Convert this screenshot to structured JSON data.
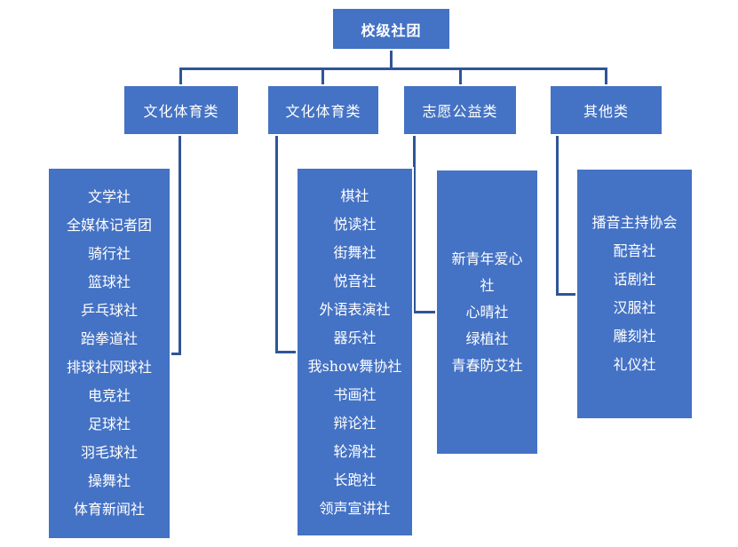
{
  "root": {
    "label": "校级社团"
  },
  "categories": [
    {
      "label": "文化体育类",
      "items": [
        "文学社",
        "全媒体记者团",
        "骑行社",
        "篮球社",
        "乒乓球社",
        "跆拳道社",
        "排球社网球社",
        "电竞社",
        "足球社",
        "羽毛球社",
        "操舞社",
        "体育新闻社"
      ]
    },
    {
      "label": "文化体育类",
      "items": [
        "棋社",
        "悦读社",
        "街舞社",
        "悦音社",
        "外语表演社",
        "器乐社",
        "我show舞协社",
        "书画社",
        "辩论社",
        "轮滑社",
        "长跑社",
        "领声宣讲社"
      ]
    },
    {
      "label": "志愿公益类",
      "items": [
        "新青年爱心社",
        "心晴社",
        "绿植社",
        "青春防艾社"
      ]
    },
    {
      "label": "其他类",
      "items": [
        "播音主持协会",
        "配音社",
        "话剧社",
        "汉服社",
        "雕刻社",
        "礼仪社"
      ]
    }
  ],
  "colors": {
    "box_fill": "#4472C4",
    "box_border": "#FFFFFF",
    "connector": "#2F5597",
    "text": "#FFFFFF",
    "background": "#FFFFFF"
  }
}
